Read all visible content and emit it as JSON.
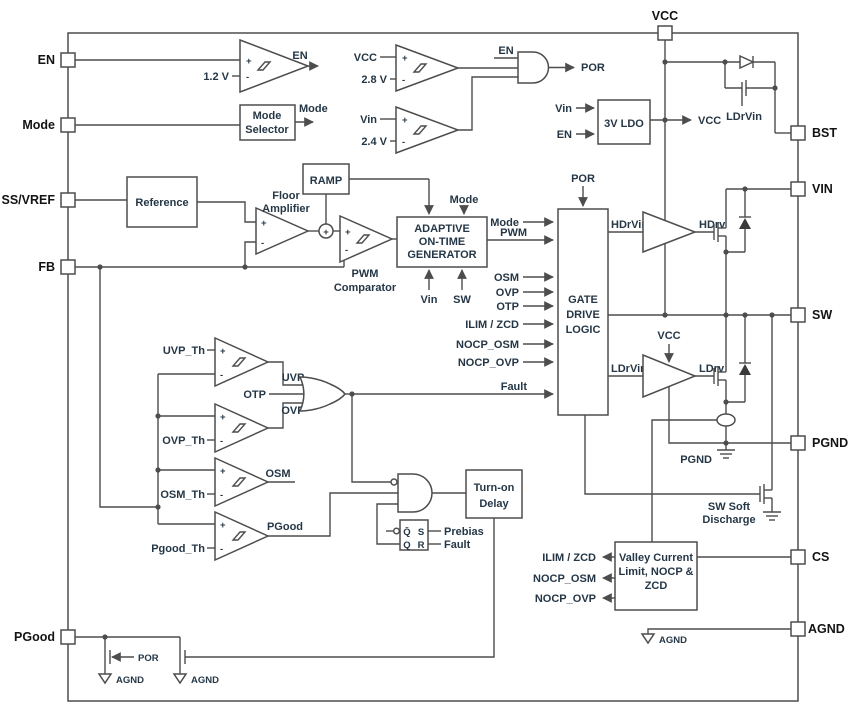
{
  "colors": {
    "line": "#4d4d4d",
    "text": "#253746",
    "pin_text": "#131313",
    "background": "#ffffff"
  },
  "pins": {
    "en": "EN",
    "mode": "Mode",
    "ss_vref": "SS/VREF",
    "fb": "FB",
    "pgood": "PGood",
    "vcc": "VCC",
    "bst": "BST",
    "vin": "VIN",
    "sw": "SW",
    "pgnd": "PGND",
    "cs": "CS",
    "agnd": "AGND"
  },
  "signs": {
    "plus": "+",
    "minus": "-"
  },
  "en_comparator": {
    "ref": "1.2 V",
    "out": "EN"
  },
  "mode_selector": {
    "line1": "Mode",
    "line2": "Selector",
    "out": "Mode"
  },
  "por_logic": {
    "vcc": "VCC",
    "vcc_ref": "2.8 V",
    "vin": "Vin",
    "vin_ref": "2.4 V",
    "en": "EN",
    "out": "POR"
  },
  "ldo": {
    "vin": "Vin",
    "en": "EN",
    "label": "3V LDO",
    "out": "VCC"
  },
  "bootstrap": {
    "gate": "LDrVin"
  },
  "reference": {
    "label": "Reference"
  },
  "floor_amp": {
    "line1": "Floor",
    "line2": "Amplifier"
  },
  "ramp": {
    "label": "RAMP"
  },
  "pwm_comparator": {
    "line1": "PWM",
    "line2": "Comparator"
  },
  "on_time_generator": {
    "line1": "ADAPTIVE",
    "line2": "ON-TIME",
    "line3": "GENERATOR",
    "mode": "Mode",
    "vin": "Vin",
    "sw": "SW"
  },
  "gate_drive": {
    "por": "POR",
    "mode": "Mode",
    "pwm": "PWM",
    "osm": "OSM",
    "ovp": "OVP",
    "otp": "OTP",
    "ilim_zcd": "ILIM / ZCD",
    "nocp_osm": "NOCP_OSM",
    "nocp_ovp": "NOCP_OVP",
    "fault": "Fault",
    "line1": "GATE",
    "line2": "DRIVE",
    "line3": "LOGIC",
    "hdrvin": "HDrVin",
    "ldrvin": "LDrVin"
  },
  "drivers": {
    "hdrv": "HDrv",
    "ldrv": "LDrv",
    "ldrv_supply": "VCC"
  },
  "protection": {
    "uvp_th": "UVP_Th",
    "ovp_th": "OVP_Th",
    "osm_th": "OSM_Th",
    "pgood_th": "Pgood_Th",
    "uvp": "UVP",
    "otp": "OTP",
    "ovp": "OVP",
    "osm": "OSM",
    "pgood": "PGood"
  },
  "fault_logic": {
    "delay_line1": "Turn-on",
    "del ay_line2": "Delay",
    "delay_line2": "Delay",
    "qb": "Q̄",
    "q": "Q",
    "s": "S",
    "r": "R",
    "prebias": "Prebias",
    "latch_fault": "Fault"
  },
  "power_stage": {
    "pgnd": "PGND",
    "soft_line1": "SW Soft",
    "soft_line2": "Discharge"
  },
  "current_limit": {
    "line1": "Valley Current",
    "line2": "Limit, NOCP &",
    "line3": "ZCD",
    "ilim_zcd": "ILIM / ZCD",
    "nocp_osm": "NOCP_OSM",
    "nocp_ovp": "NOCP_OVP"
  },
  "pgood_stage": {
    "por": "POR",
    "agnd_left": "AGND",
    "agnd_right": "AGND"
  },
  "agnd_net": {
    "label": "AGND"
  }
}
